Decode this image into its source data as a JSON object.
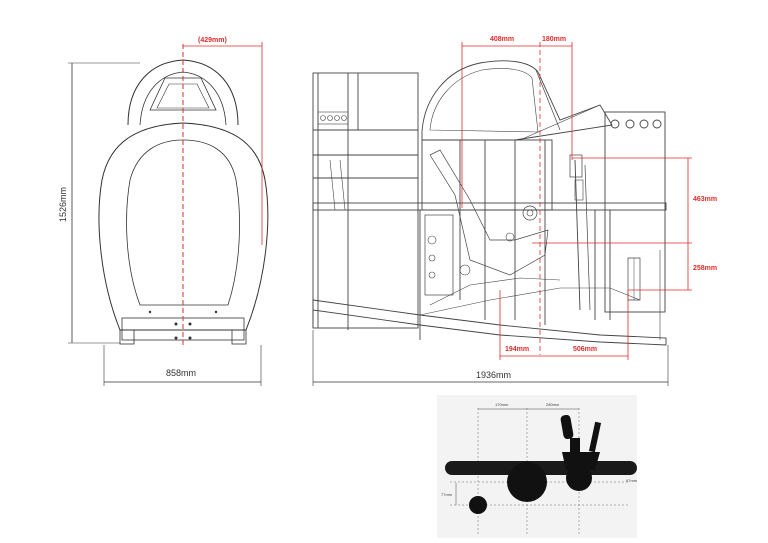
{
  "colors": {
    "dimension_red": "#e02a2a",
    "line_dark": "#333333",
    "line_mid": "#555555",
    "detail_bg": "#f3f3f3"
  },
  "front_view": {
    "half_width_label": "(429mm)",
    "height_label": "1526mm",
    "width_label": "858mm"
  },
  "side_view": {
    "dim_408": "408mm",
    "dim_180": "180mm",
    "dim_463": "463mm",
    "dim_258": "258mm",
    "dim_194": "194mm",
    "dim_506": "506mm",
    "length_label": "1936mm"
  },
  "detail_view": {
    "dim_top_left": "170mm",
    "dim_top_right": "280mm",
    "dim_left_vertical": "77mm",
    "dim_rail": "97mm"
  }
}
